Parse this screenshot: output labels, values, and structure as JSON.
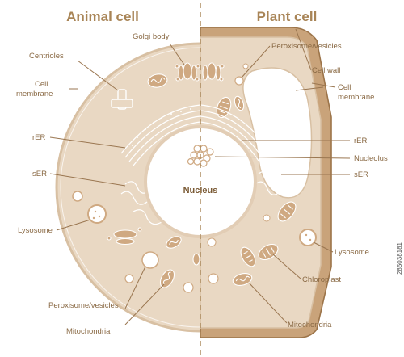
{
  "titles": {
    "animal": "Animal cell",
    "plant": "Plant cell"
  },
  "nucleus_label": "Nucleus",
  "animal_labels": {
    "golgi": "Golgi body",
    "centrioles": "Centrioles",
    "membrane_1": "Cell",
    "membrane_2": "membrane",
    "rer": "rER",
    "ser": "sER",
    "lysosome": "Lysosome",
    "peroxisome": "Peroxisome/vesicles",
    "mitochondria": "Mitochondria"
  },
  "plant_labels": {
    "peroxisome": "Peroxisome/vesicles",
    "wall": "Cell wall",
    "membrane_1": "Cell",
    "membrane_2": "membrane",
    "rer": "rER",
    "nucleolus": "Nucleolus",
    "ser": "sER",
    "lysosome": "Lysosome",
    "chloroplast": "Chloroplast",
    "mitochondria": "Mitochondria"
  },
  "stock_id": "285038181",
  "colors": {
    "cytoplasm": "#e9d8c3",
    "membrane": "#d8c0a3",
    "wall": "#c9a37a",
    "wall_edge": "#9c7449",
    "vacuole": "#ffffff",
    "organelle": "#cfa982",
    "text": "#8a6a45",
    "title": "#a88456",
    "divider": "#a88456"
  }
}
